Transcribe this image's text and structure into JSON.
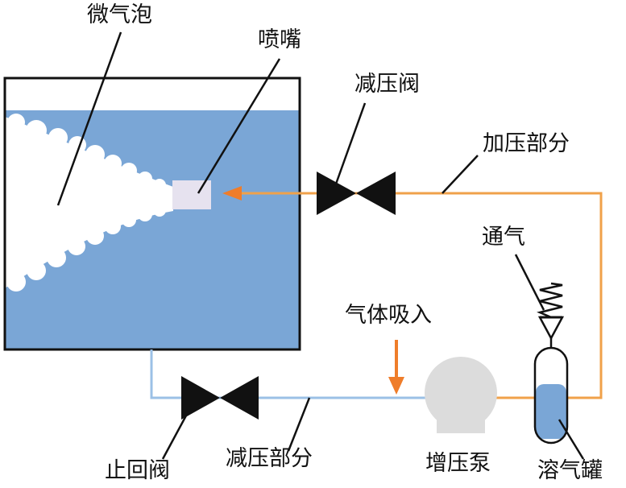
{
  "labels": {
    "micro_bubbles": "微气泡",
    "nozzle": "喷嘴",
    "pressure_reducing_valve": "减压阀",
    "pressurized_section": "加压部分",
    "venting": "通气",
    "gas_intake": "气体吸入",
    "check_valve": "止回阀",
    "decompression_section": "减压部分",
    "booster_pump": "增压泵",
    "dissolving_tank": "溶气罐"
  },
  "colors": {
    "water": "#7aa6d6",
    "bubble": "#ffffff",
    "nozzle": "#e6e2ef",
    "pressurized_pipe": "#f0a14a",
    "decompressed_pipe": "#9bc0e6",
    "arrow": "#ef7d2a",
    "valve": "#111111",
    "pump": "#dcdcdc"
  }
}
